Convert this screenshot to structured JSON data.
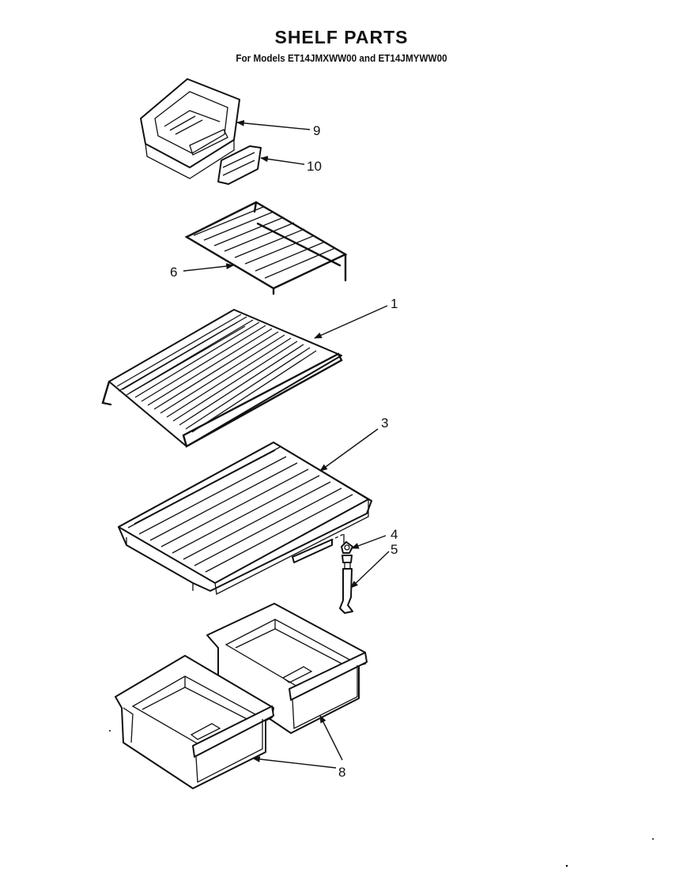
{
  "header": {
    "title": "SHELF PARTS",
    "subtitle": "For Models ET14JMXWW00 and ET14JMYWW00"
  },
  "parts": [
    {
      "number": "9",
      "icon": "dairy-bin-icon"
    },
    {
      "number": "10",
      "icon": "bin-clip-icon"
    },
    {
      "number": "6",
      "icon": "small-wire-shelf-icon"
    },
    {
      "number": "1",
      "icon": "wire-shelf-icon"
    },
    {
      "number": "3",
      "icon": "crisper-cover-shelf-icon"
    },
    {
      "number": "4",
      "icon": "roller-icon"
    },
    {
      "number": "5",
      "icon": "roller-stud-icon"
    },
    {
      "number": "8",
      "icon": "crisper-drawer-icon"
    }
  ]
}
